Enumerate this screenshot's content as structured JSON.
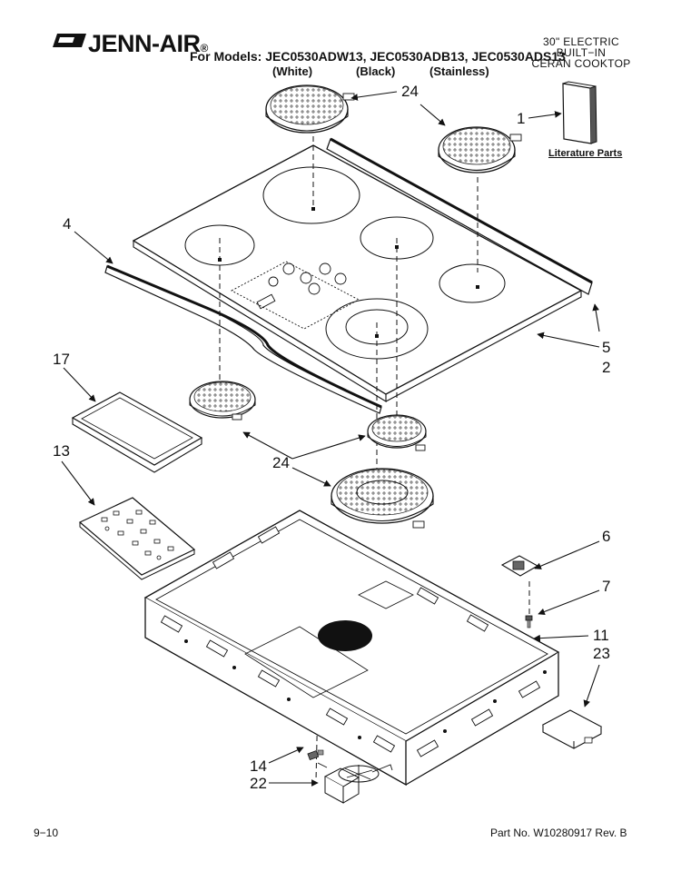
{
  "header": {
    "brand": "JENN-AIR",
    "brand_mark": "®",
    "models_line": "For Models: JEC0530ADW13, JEC0530ADB13, JEC0530ADS13",
    "variants": [
      "(White)",
      "(Black)",
      "(Stainless)"
    ],
    "product_lines": [
      "30\" ELECTRIC",
      "BUILT−IN",
      "CERAN COOKTOP"
    ]
  },
  "literature_label": "Literature Parts",
  "callouts": {
    "c24_top": "24",
    "c1": "1",
    "c4": "4",
    "c5": "5",
    "c2": "2",
    "c17": "17",
    "c13": "13",
    "c24_mid": "24",
    "c6": "6",
    "c7": "7",
    "c11": "11",
    "c23": "23",
    "c14": "14",
    "c22": "22"
  },
  "footer": {
    "page": "9−10",
    "part_no": "Part No. W10280917 Rev. B"
  }
}
